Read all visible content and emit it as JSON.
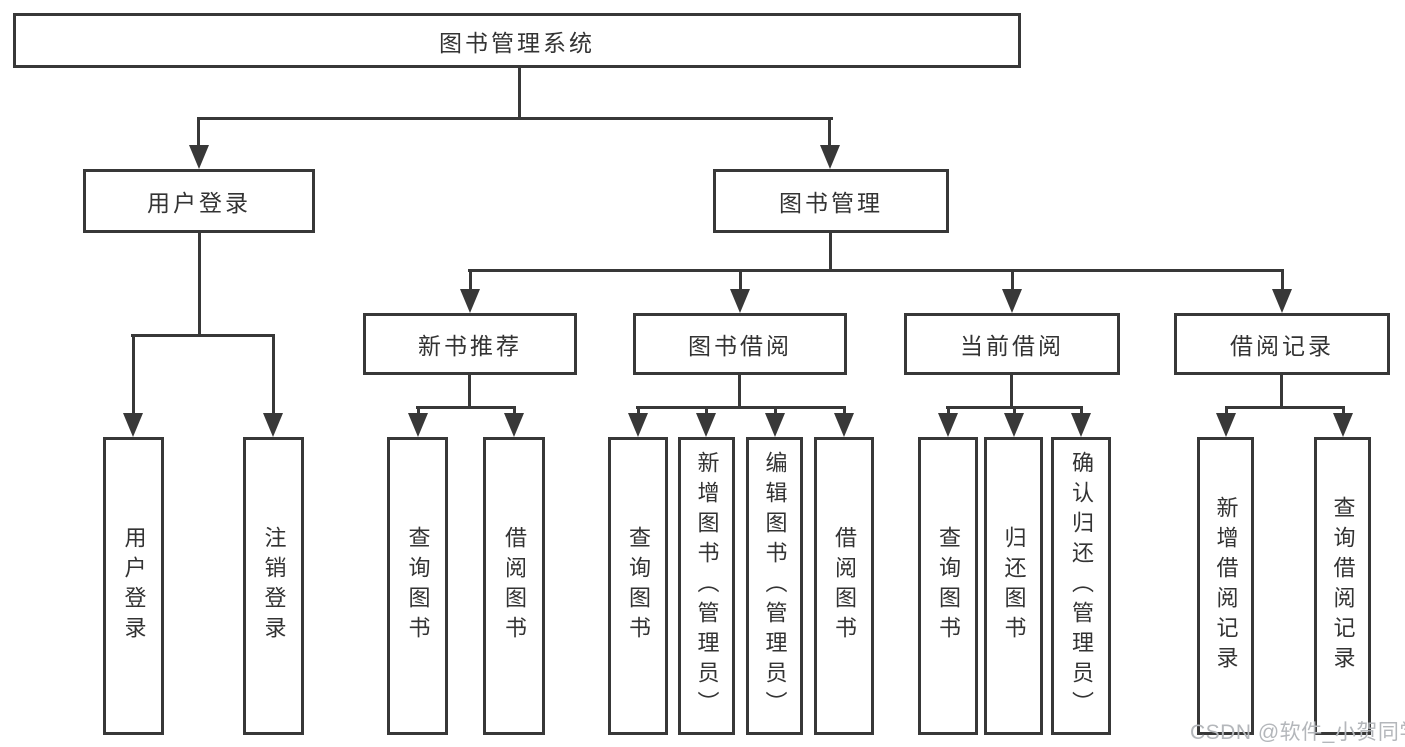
{
  "colors": {
    "line": "#383838",
    "box_border": "#383838",
    "text": "#333333",
    "watermark": "#b4b7bb",
    "background": "#ffffff"
  },
  "tree": {
    "root": "图书管理系统",
    "login": {
      "label": "用户登录",
      "children": [
        "用户登录",
        "注销登录"
      ]
    },
    "management": {
      "label": "图书管理",
      "groups": [
        {
          "label": "新书推荐",
          "children": [
            "查询图书",
            "借阅图书"
          ]
        },
        {
          "label": "图书借阅",
          "children": [
            "查询图书",
            "新增图书（管理员）",
            "编辑图书（管理员）",
            "借阅图书"
          ]
        },
        {
          "label": "当前借阅",
          "children": [
            "查询图书",
            "归还图书",
            "确认归还（管理员）"
          ]
        },
        {
          "label": "借阅记录",
          "children": [
            "新增借阅记录",
            "查询借阅记录"
          ]
        }
      ]
    }
  },
  "watermark": "CSDN @软件_小贺同学"
}
